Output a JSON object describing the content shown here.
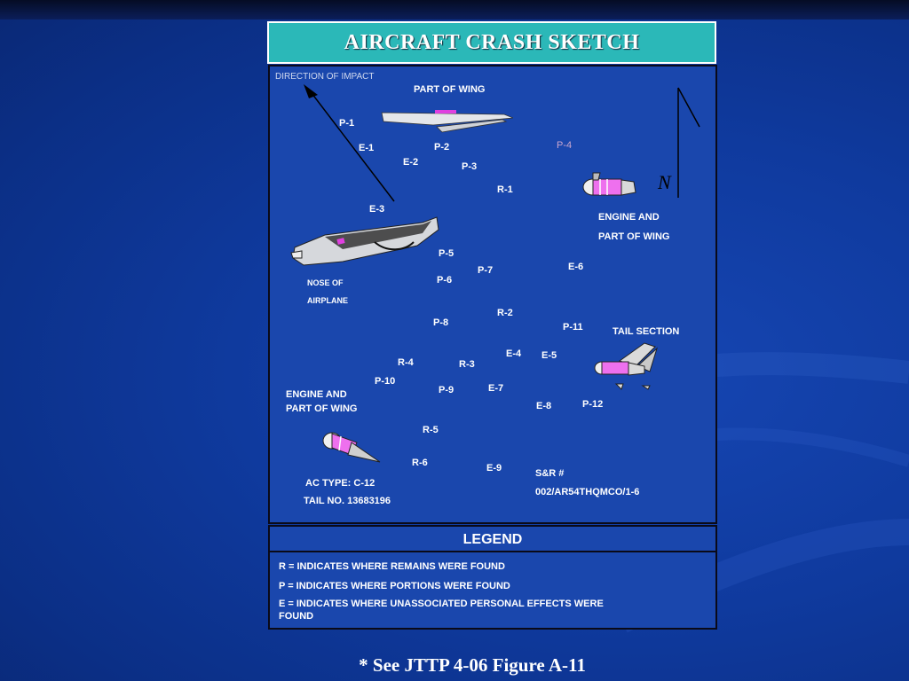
{
  "title": "AIRCRAFT CRASH SKETCH",
  "footer": "* See JTTP 4-06 Figure A-11",
  "north_symbol": "N",
  "labels": {
    "direction_of_impact": "DIRECTION OF IMPACT",
    "part_of_wing": "PART OF WING",
    "p1": "P-1",
    "p2": "P-2",
    "p3": "P-3",
    "p4": "P-4",
    "p5": "P-5",
    "p6": "P-6",
    "p7": "P-7",
    "p8": "P-8",
    "p9": "P-9",
    "p10": "P-10",
    "p11": "P-11",
    "p12": "P-12",
    "e1": "E-1",
    "e2": "E-2",
    "e3": "E-3",
    "e4": "E-4",
    "e5": "E-5",
    "e6": "E-6",
    "e7": "E-7",
    "e8": "E-8",
    "e9": "E-9",
    "r1": "R-1",
    "r2": "R-2",
    "r3": "R-3",
    "r4": "R-4",
    "r5": "R-5",
    "r6": "R-6",
    "engine_wing_right_1": "ENGINE AND",
    "engine_wing_right_2": "PART OF WING",
    "nose_1": "NOSE OF",
    "nose_2": "AIRPLANE",
    "tail_section": "TAIL SECTION",
    "engine_wing_left_1": "ENGINE AND",
    "engine_wing_left_2": "PART OF WING",
    "ac_type": "AC TYPE: C-12",
    "tail_no": "TAIL NO. 13683196",
    "sr_1": "S&R #",
    "sr_2": "002/AR54THQMCO/1-6"
  },
  "legend": {
    "title": "LEGEND",
    "items": [
      "R  = INDICATES WHERE REMAINS WERE FOUND",
      "P = INDICATES WHERE PORTIONS WERE FOUND",
      "E = INDICATES WHERE UNASSOCIATED PERSONAL EFFECTS WERE FOUND"
    ]
  },
  "colors": {
    "background": "#0f3a9e",
    "title_box": "#2bb8b8",
    "panel": "#1a47ad",
    "accent_magenta": "#e040e0"
  }
}
